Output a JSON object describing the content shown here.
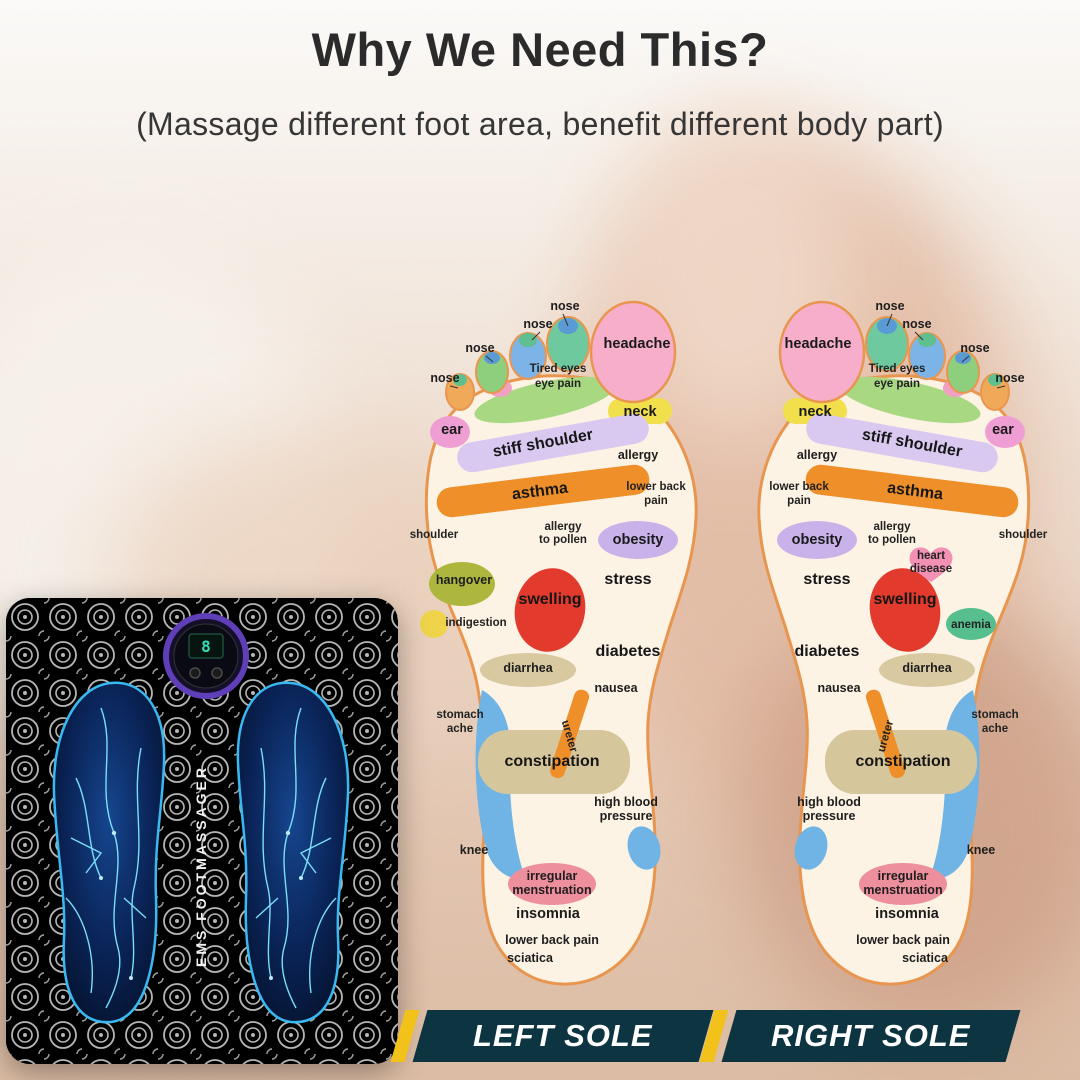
{
  "header": {
    "title": "Why We Need This?",
    "subtitle": "(Massage different foot area, benefit different body part)"
  },
  "diagram": {
    "labels": {
      "nose": "nose",
      "headache": "headache",
      "tired_eyes_1": "Tired eyes",
      "tired_eyes_2": "eye pain",
      "ear": "ear",
      "neck": "neck",
      "stiff_shoulder": "stiff shoulder",
      "allergy": "allergy",
      "asthma": "asthma",
      "lower_back_1": "lower back",
      "lower_back_2": "pain",
      "shoulder": "shoulder",
      "allergy_pollen_1": "allergy",
      "allergy_pollen_2": "to pollen",
      "obesity": "obesity",
      "hangover": "hangover",
      "heart_disease_1": "heart",
      "heart_disease_2": "disease",
      "swelling": "swelling",
      "stress": "stress",
      "indigestion": "indigestion",
      "anemia": "anemia",
      "diarrhea": "diarrhea",
      "diabetes": "diabetes",
      "nausea": "nausea",
      "stomach_ache_1": "stomach",
      "stomach_ache_2": "ache",
      "ureter": "ureter",
      "constipation": "constipation",
      "hbp_1": "high blood",
      "hbp_2": "pressure",
      "knee": "knee",
      "irregular_1": "irregular",
      "irregular_2": "menstruation",
      "insomnia": "insomnia",
      "lower_back_pain": "lower back pain",
      "sciatica": "sciatica"
    }
  },
  "product": {
    "brand": "EMS FOOTMASSAGER",
    "display": "8"
  },
  "banners": {
    "left": "LEFT SOLE",
    "right": "RIGHT SOLE"
  },
  "colors": {
    "banner_bg": "#0d3441",
    "accent_yellow": "#f2c21a",
    "foot_outline": "#e8964f",
    "glow_blue": "#35c4ff",
    "title_text": "#2b2b2b"
  }
}
